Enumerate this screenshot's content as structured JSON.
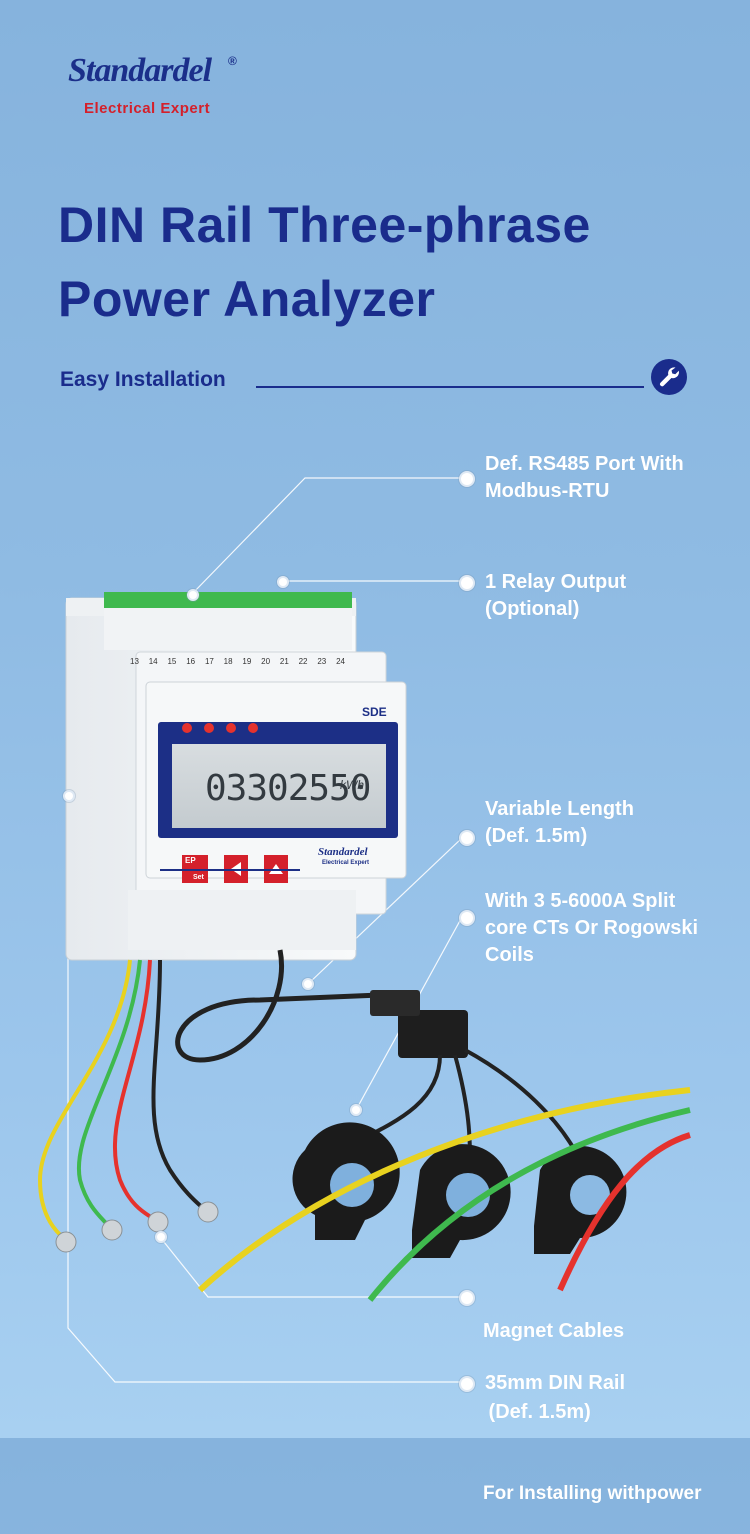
{
  "logo": {
    "brand": "Standardel",
    "registered": "®",
    "tagline": "Electrical Expert"
  },
  "title": {
    "line1": "DIN Rail Three-phrase",
    "line2": "Power Analyzer"
  },
  "section": {
    "heading": "Easy Installation",
    "icon": "wrench-icon"
  },
  "device": {
    "model": "SDE",
    "display_value": "03302550",
    "display_unit": "kWh",
    "top_terminals": [
      "13",
      "14",
      "15",
      "16",
      "17",
      "18",
      "19",
      "20",
      "21",
      "22",
      "23",
      "24"
    ],
    "button_labels": [
      "EP",
      "Set"
    ],
    "brand_small": "Standardel",
    "brand_small_sub": "Electrical Expert"
  },
  "callouts": {
    "rs485": [
      "Def. RS485 Port With",
      "Modbus-RTU"
    ],
    "relay": [
      "1 Relay Output",
      "(Optional)"
    ],
    "variable": [
      "Variable Length",
      "(Def. 1.5m)"
    ],
    "ct": [
      "With 3 5-6000A Split",
      "core CTs Or Rogowski",
      "Coils"
    ],
    "magnet": [
      "Magnet Cables",
      " (Def. 1.5m)",
      "For Installing withpower"
    ],
    "din": [
      "35mm DIN Rail"
    ]
  },
  "colors": {
    "title": "#1a2c8c",
    "logo_red": "#d4202b",
    "lcd_frame": "#1c2f86",
    "terminal_green": "#3fb94e"
  }
}
